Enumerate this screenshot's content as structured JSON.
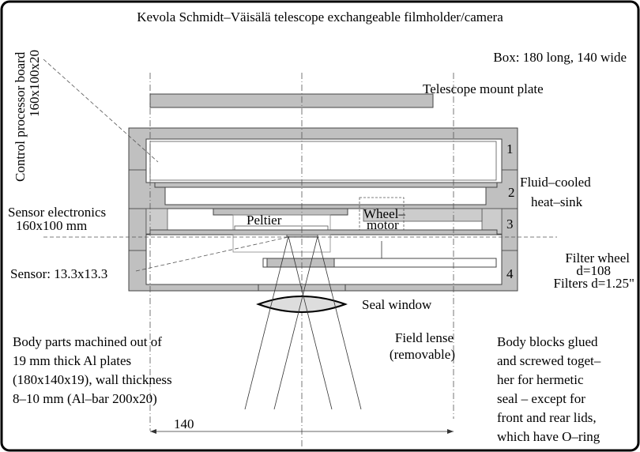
{
  "title": "Kevola Schmidt–Väisälä telescope exchangeable filmholder/camera",
  "labels": {
    "box": "Box: 180 long, 140 wide",
    "mount_plate": "Telescope mount plate",
    "control_board_1": "Control processor board",
    "control_board_2": "160x100x20",
    "sensor_electronics_1": "Sensor electronics",
    "sensor_electronics_2": "160x100 mm",
    "peltier": "Peltier",
    "wheel_motor_1": "Wheel–",
    "wheel_motor_2": "motor",
    "heat_sink_1": "Fluid–cooled",
    "heat_sink_2": "heat–sink",
    "sensor": "Sensor: 13.3x13.3",
    "filter_wheel_1": "Filter wheel",
    "filter_wheel_2": "d=108",
    "filter_wheel_3": "Filters d=1.25\"",
    "seal_window": "Seal window",
    "field_lense_1": "Field lense",
    "field_lense_2": "(removable)",
    "dimension": "140"
  },
  "layers": [
    "1",
    "2",
    "3",
    "4"
  ],
  "notes": {
    "left": [
      "Body parts machined out of",
      "19 mm thick Al plates",
      "(180x140x19), wall thickness",
      "8–10 mm (Al–bar 200x20)"
    ],
    "right": [
      "Body blocks glued",
      "and screwed toget–",
      "her for hermetic",
      "seal – except for",
      "front and rear lids,",
      "which have O–ring"
    ]
  }
}
